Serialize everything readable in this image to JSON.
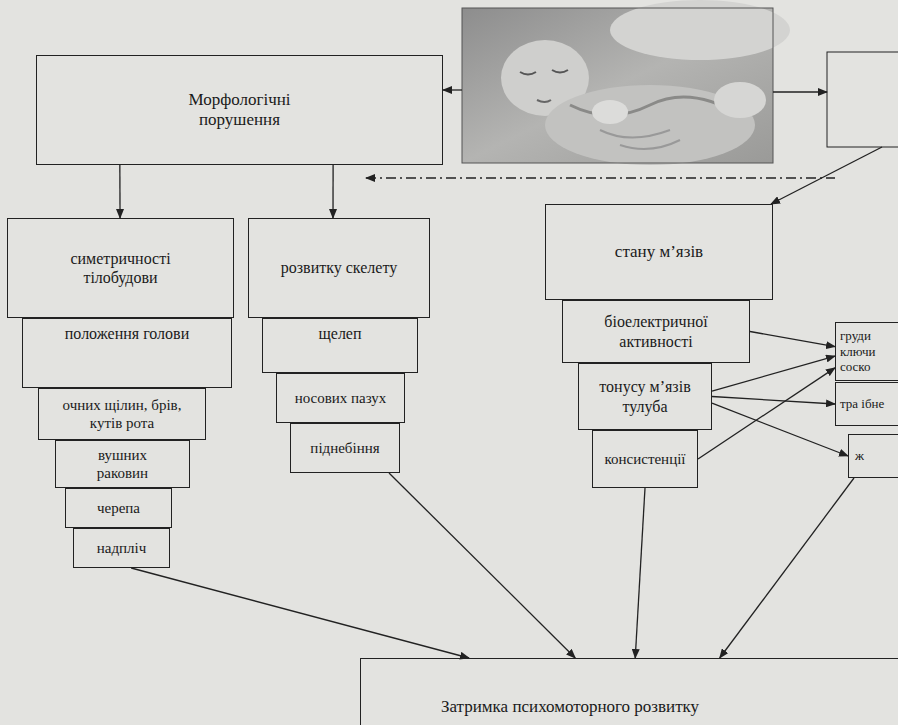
{
  "diagram": {
    "nodes": [
      {
        "text": [
          "Морфологічні порушення"
        ]
      },
      {
        "text": [
          "симетричності тілобудови"
        ]
      },
      {
        "text": [
          "положення голови"
        ]
      },
      {
        "text": [
          "очних щілин, брів, кутів рота"
        ]
      },
      {
        "text": [
          "вушних раковин"
        ]
      },
      {
        "text": [
          "черепа"
        ]
      },
      {
        "text": [
          "надпліч"
        ]
      },
      {
        "text": [
          "розвитку скелету"
        ]
      },
      {
        "text": [
          "щелеп"
        ]
      },
      {
        "text": [
          "носових пазух"
        ]
      },
      {
        "text": [
          "піднебіння"
        ]
      },
      {
        "text": [
          "стану м’язів"
        ]
      },
      {
        "text": [
          "біоелектричної активності"
        ]
      },
      {
        "text": [
          "тонусу м’язів тулуба"
        ]
      },
      {
        "text": [
          "консистенції"
        ]
      },
      {
        "text": [
          "груди ключи соско"
        ]
      },
      {
        "text": [
          "тра ібне"
        ]
      },
      {
        "text": [
          "ж"
        ]
      },
      {
        "text": [
          "Затримка психомоторного розвитку"
        ]
      }
    ],
    "edges": [
      {
        "from": 0,
        "to": 1,
        "arrow": "to"
      },
      {
        "from": 0,
        "to": 7,
        "arrow": "to"
      },
      {
        "from": 12,
        "to": 15,
        "arrow": "to"
      },
      {
        "from": 13,
        "to": 15,
        "arrow": "to"
      },
      {
        "from": 13,
        "to": 16,
        "arrow": "to"
      },
      {
        "from": 13,
        "to": 17,
        "arrow": "to"
      },
      {
        "from": 14,
        "to": 15,
        "arrow": "to"
      },
      {
        "from": 6,
        "to": 18,
        "arrow": "to"
      },
      {
        "from": 10,
        "to": 18,
        "arrow": "to"
      },
      {
        "from": 14,
        "to": 18,
        "arrow": "to"
      },
      {
        "from": 17,
        "to": 18,
        "arrow": "to"
      }
    ]
  }
}
